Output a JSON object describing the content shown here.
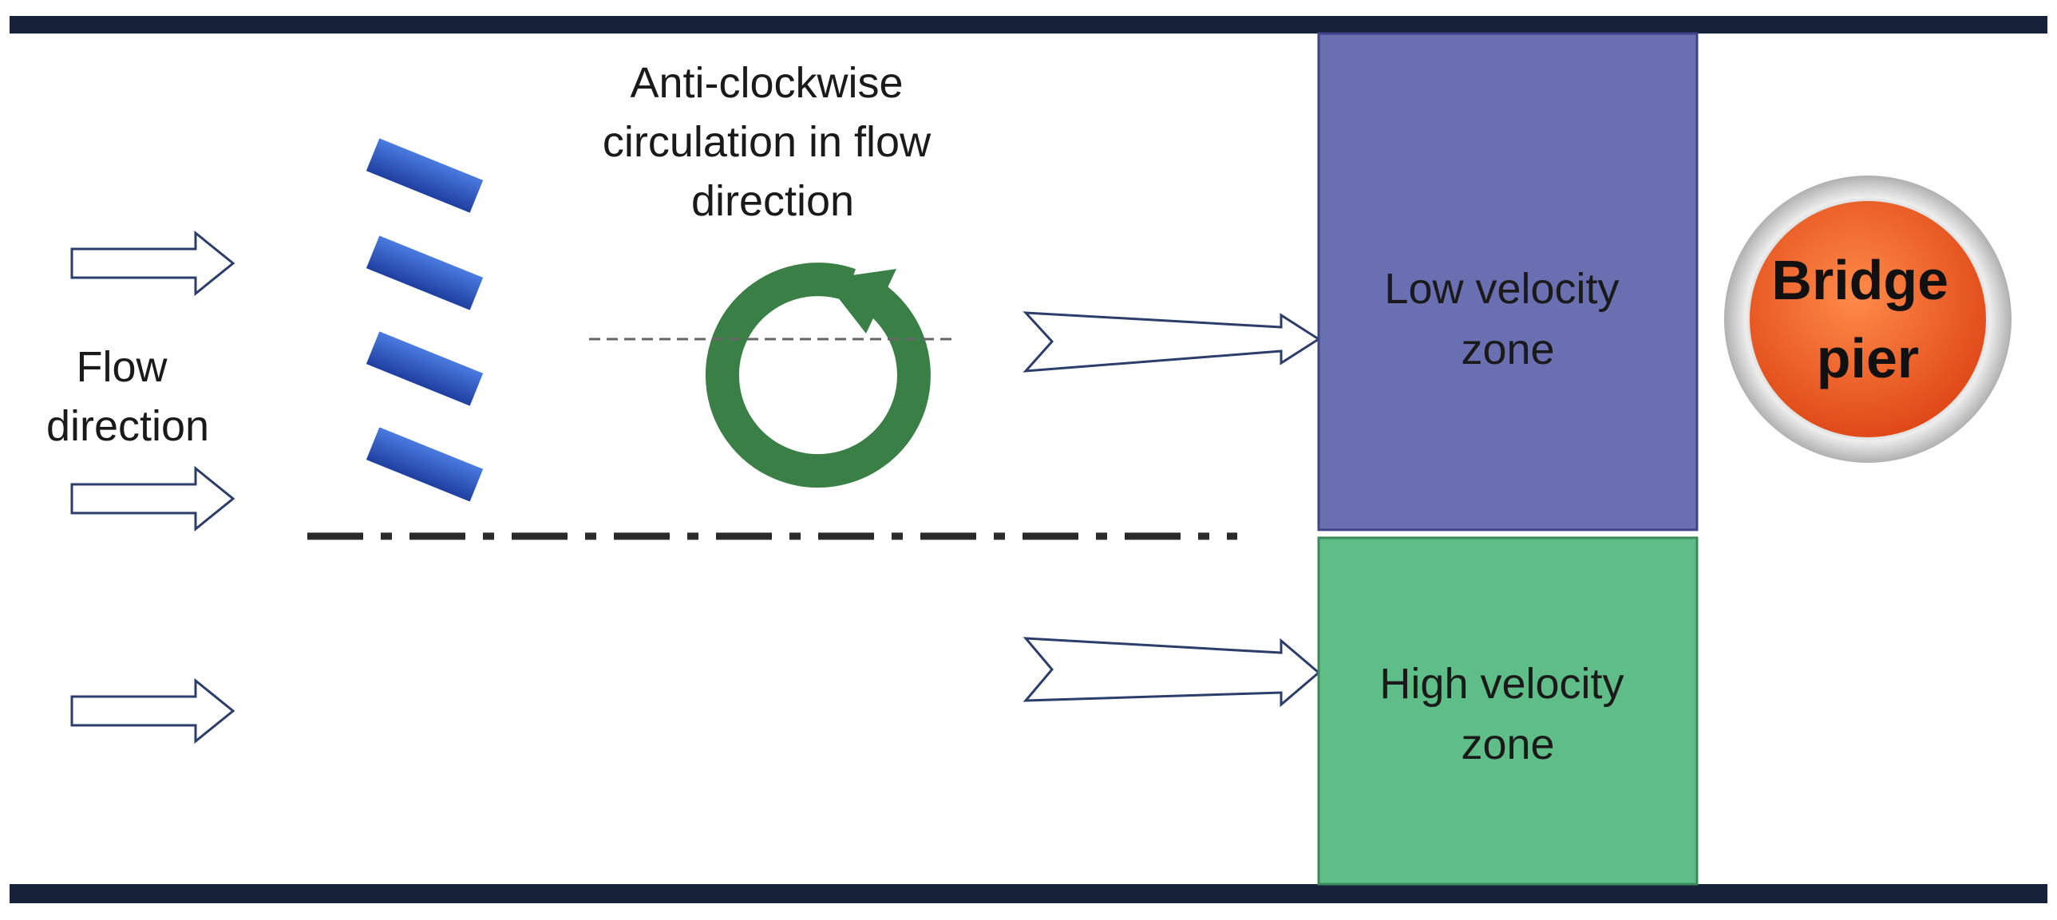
{
  "labels": {
    "flow_direction": [
      "Flow",
      "direction"
    ],
    "circulation": [
      "Anti-clockwise",
      "circulation in flow",
      "direction"
    ],
    "low_zone": [
      "Low velocity",
      "zone"
    ],
    "high_zone": [
      "High velocity",
      "zone"
    ],
    "pier": [
      "Bridge",
      "pier"
    ]
  },
  "colors": {
    "channel_wall": "#16223a",
    "vane": "#2f58c0",
    "circulation_arrow": "#3a8046",
    "low_zone": "#6a6fb2",
    "high_zone": "#5fbd87",
    "pier_fill": "#f0602a",
    "pier_ring": "#c8c8c8",
    "outline_arrow": "#2b3d6a"
  },
  "icons": {
    "vanes": "vane-icon",
    "rotation": "anticlockwise-rotation-icon",
    "flow_arrows": "outline-arrow-icon"
  }
}
